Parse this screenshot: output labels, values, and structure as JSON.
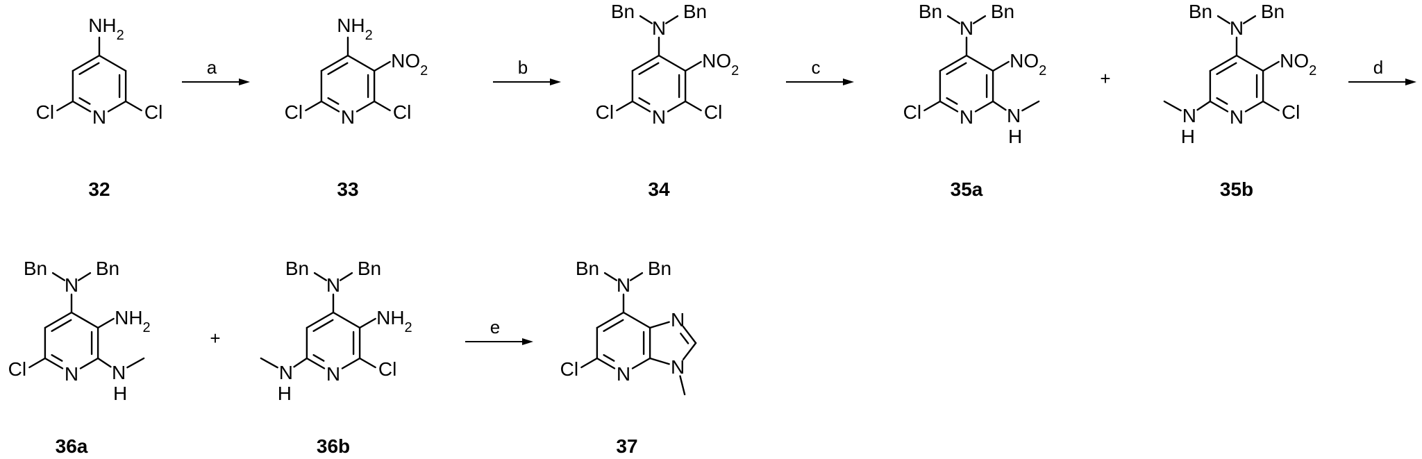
{
  "scheme": {
    "compounds": [
      "32",
      "33",
      "34",
      "35a",
      "35b",
      "36a",
      "36b",
      "37"
    ],
    "steps": [
      "a",
      "b",
      "c",
      "d",
      "e"
    ],
    "plus": "+"
  },
  "atoms": {
    "NH2": "NH2",
    "NO2": "NO2",
    "N": "N",
    "H": "H",
    "Cl": "Cl",
    "Bn": "Bn",
    "sub2": "2"
  }
}
